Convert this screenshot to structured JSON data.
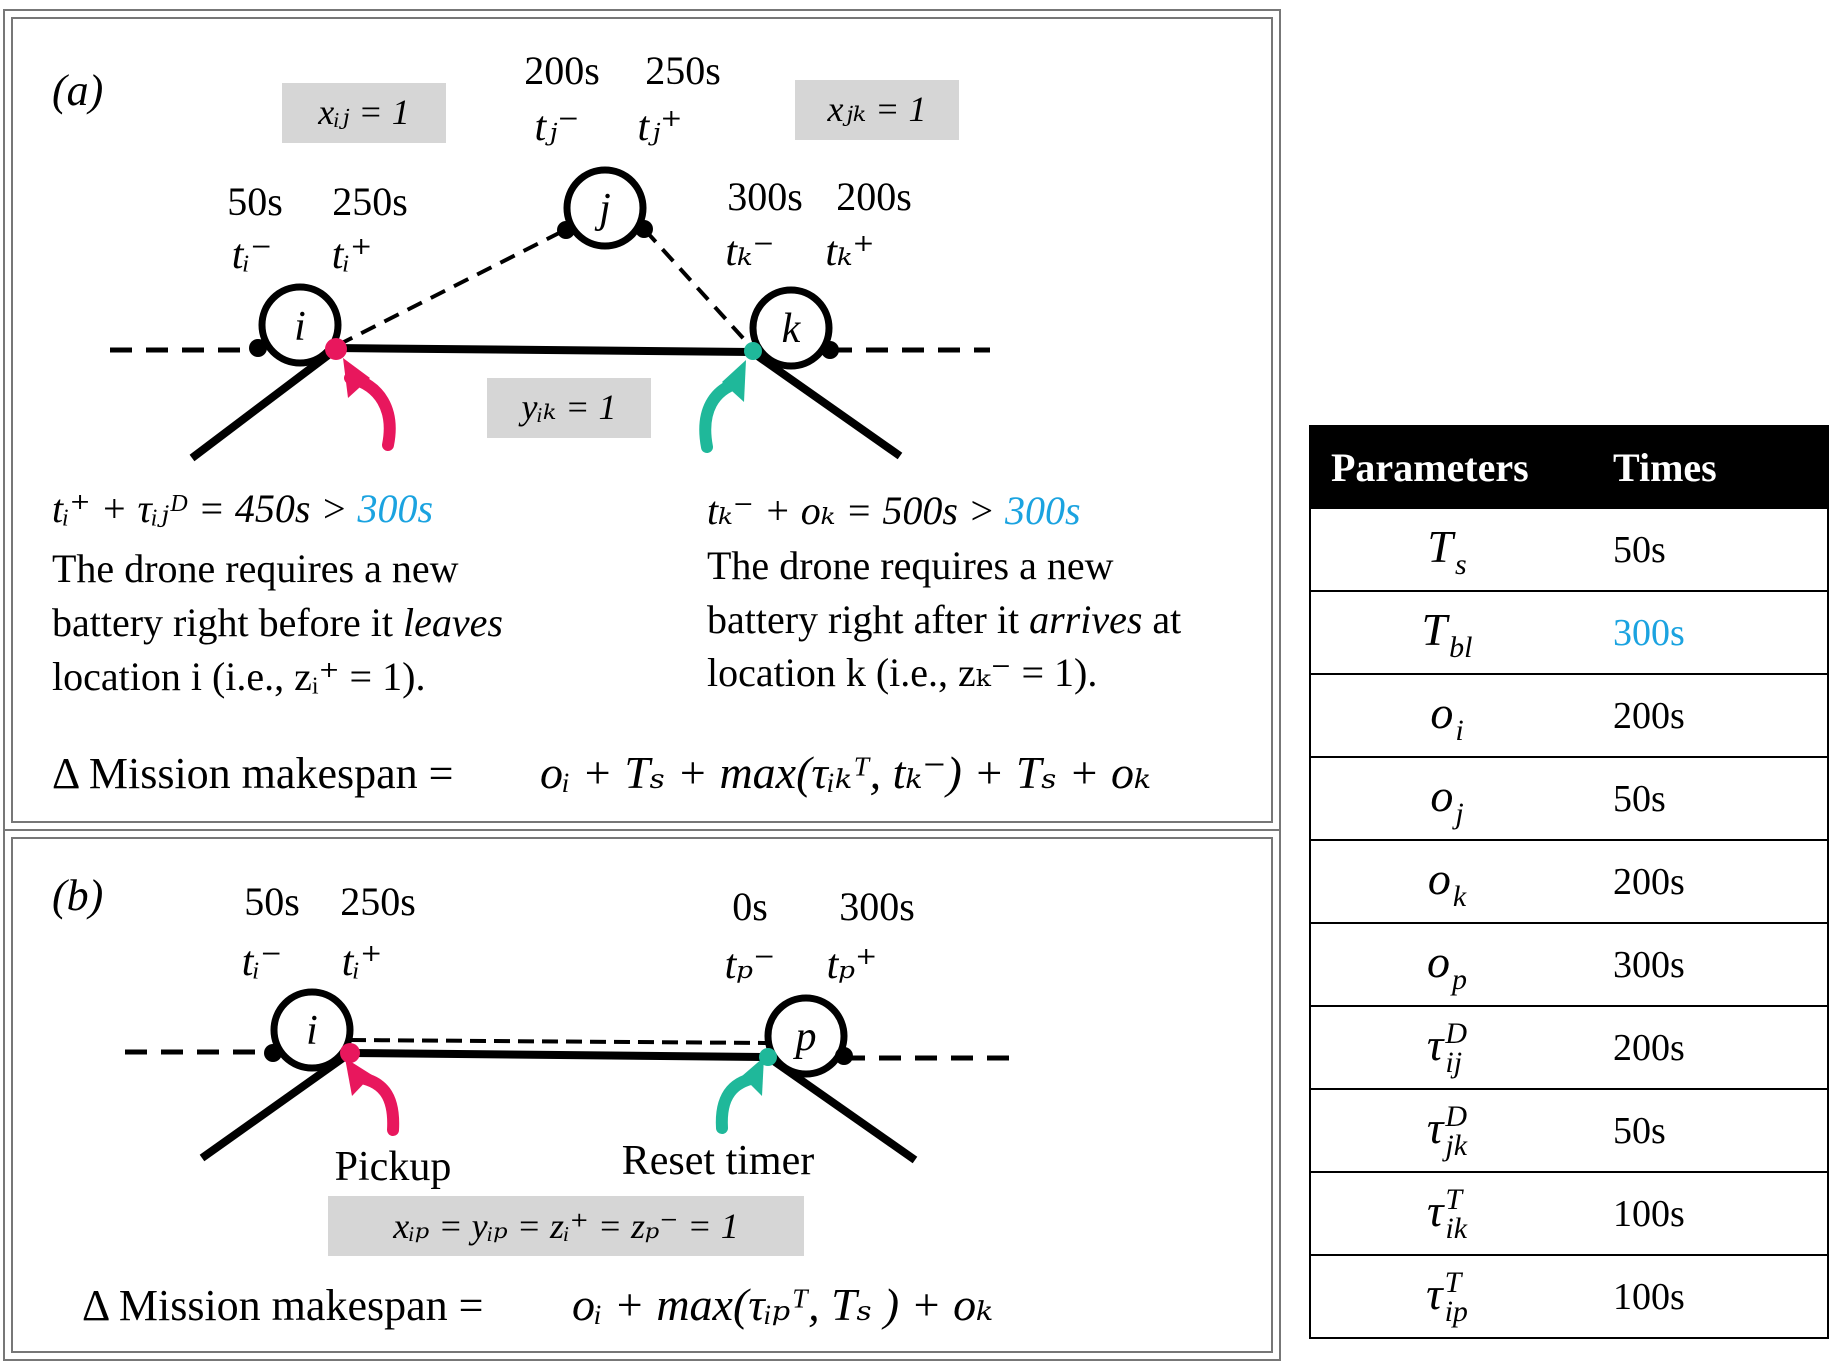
{
  "colors": {
    "pink": "#e8175d",
    "green": "#1fb89a",
    "blue": "#1ba3e0",
    "box_gray": "#d6d6d6"
  },
  "panel_a": {
    "label": "(a)",
    "node_i": {
      "letter": "i",
      "time_minus": "50s",
      "time_plus": "250s",
      "sym_minus": "tᵢ⁻",
      "sym_plus": "tᵢ⁺"
    },
    "node_j": {
      "letter": "j",
      "time_minus": "200s",
      "time_plus": "250s",
      "sym_minus": "tⱼ⁻",
      "sym_plus": "tⱼ⁺"
    },
    "node_k": {
      "letter": "k",
      "time_minus": "300s",
      "time_plus": "200s",
      "sym_minus": "tₖ⁻",
      "sym_plus": "tₖ⁺"
    },
    "box_xij": "xᵢⱼ = 1",
    "box_xjk": "xⱼₖ = 1",
    "box_yik": "yᵢₖ = 1",
    "left_eq": "tᵢ⁺ + τᵢⱼᴰ = 450s >",
    "left_eq_highlight": "300s",
    "left_desc_1": "The drone requires a new",
    "left_desc_2_pre": "battery right before it",
    "left_desc_2_em": "leaves",
    "left_desc_3": "location i (i.e., zᵢ⁺ = 1).",
    "right_eq": "tₖ⁻ + oₖ = 500s >",
    "right_eq_highlight": "300s",
    "right_desc_1": "The drone requires a new",
    "right_desc_2_pre": "battery right after it",
    "right_desc_2_em": "arrives",
    "right_desc_2_post": "at",
    "right_desc_3": "location k (i.e., zₖ⁻ = 1).",
    "makespan_label": "Δ Mission makespan =",
    "makespan_expr": "oᵢ + Tₛ + max(τᵢₖᵀ, tₖ⁻) + Tₛ + oₖ"
  },
  "panel_b": {
    "label": "(b)",
    "node_i": {
      "letter": "i",
      "time_minus": "50s",
      "time_plus": "250s",
      "sym_minus": "tᵢ⁻",
      "sym_plus": "tᵢ⁺"
    },
    "node_p": {
      "letter": "p",
      "time_minus": "0s",
      "time_plus": "300s",
      "sym_minus": "tₚ⁻",
      "sym_plus": "tₚ⁺"
    },
    "pickup_label": "Pickup",
    "reset_label": "Reset timer",
    "box_eq": "xᵢₚ = yᵢₚ = zᵢ⁺ = zₚ⁻ = 1",
    "makespan_label": "Δ Mission makespan =",
    "makespan_expr": "oᵢ + max(τᵢₚᵀ, Tₛ ) + oₖ"
  },
  "table": {
    "header_params": "Parameters",
    "header_times": "Times",
    "rows": [
      {
        "base": "T",
        "sub": "s",
        "sup": "",
        "value": "50s",
        "highlight": false
      },
      {
        "base": "T",
        "sub": "bl",
        "sup": "",
        "value": "300s",
        "highlight": true
      },
      {
        "base": "o",
        "sub": "i",
        "sup": "",
        "value": "200s",
        "highlight": false
      },
      {
        "base": "o",
        "sub": "j",
        "sup": "",
        "value": "50s",
        "highlight": false
      },
      {
        "base": "o",
        "sub": "k",
        "sup": "",
        "value": "200s",
        "highlight": false
      },
      {
        "base": "o",
        "sub": "p",
        "sup": "",
        "value": "300s",
        "highlight": false
      },
      {
        "base": "τ",
        "sub": "ij",
        "sup": "D",
        "value": "200s",
        "highlight": false
      },
      {
        "base": "τ",
        "sub": "jk",
        "sup": "D",
        "value": "50s",
        "highlight": false
      },
      {
        "base": "τ",
        "sub": "ik",
        "sup": "T",
        "value": "100s",
        "highlight": false
      },
      {
        "base": "τ",
        "sub": "ip",
        "sup": "T",
        "value": "100s",
        "highlight": false
      }
    ]
  }
}
